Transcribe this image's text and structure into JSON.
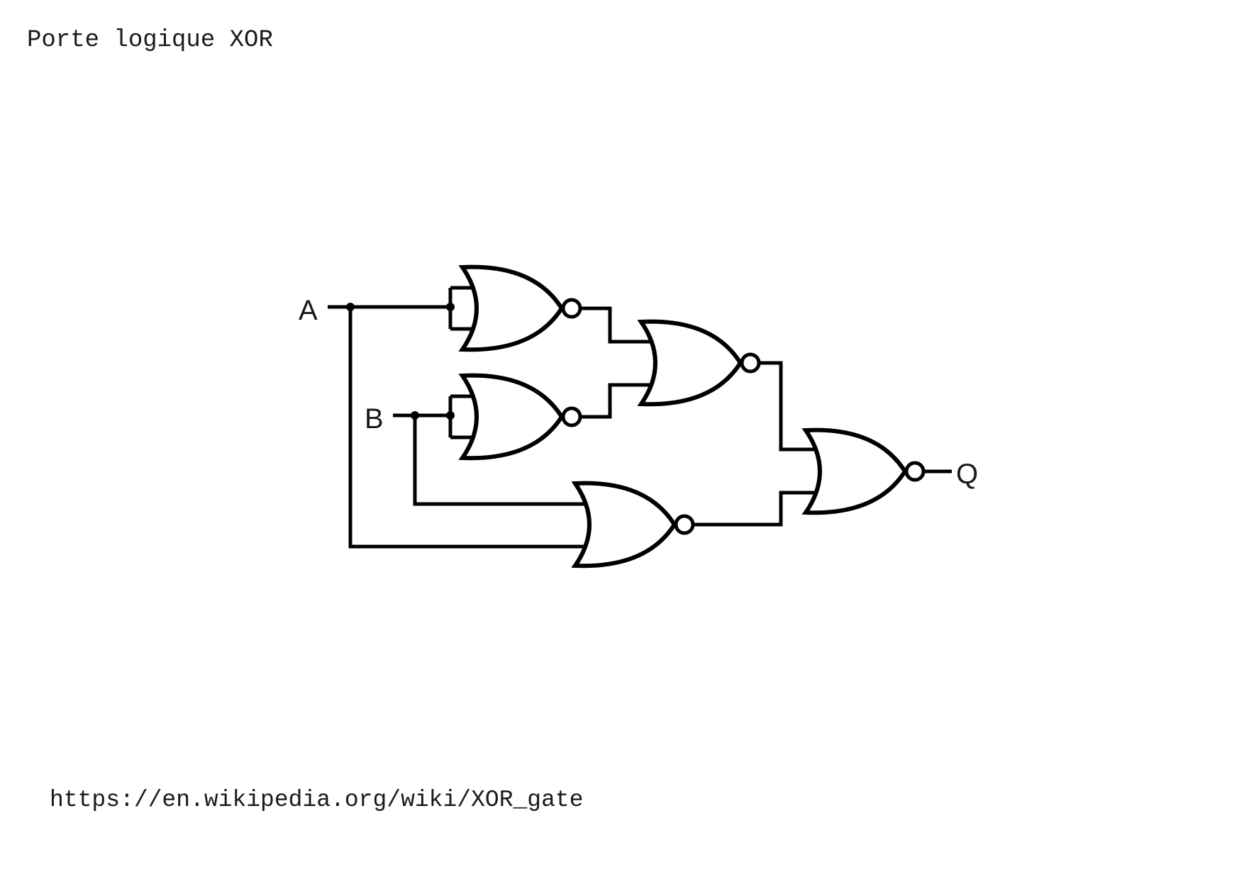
{
  "title": "Porte logique XOR",
  "source": "https://en.wikipedia.org/wiki/XOR_gate",
  "diagram": {
    "inputs": [
      "A",
      "B"
    ],
    "output": "Q",
    "gates": [
      {
        "id": "nor-1",
        "type": "NOR",
        "inputs": [
          "A",
          "A"
        ]
      },
      {
        "id": "nor-2",
        "type": "NOR",
        "inputs": [
          "B",
          "B"
        ]
      },
      {
        "id": "nor-3",
        "type": "NOR",
        "inputs": [
          "nor-1",
          "nor-2"
        ]
      },
      {
        "id": "nor-4",
        "type": "NOR",
        "inputs": [
          "B",
          "A"
        ]
      },
      {
        "id": "nor-5",
        "type": "NOR",
        "inputs": [
          "nor-3",
          "nor-4"
        ],
        "output": "Q"
      }
    ],
    "colors": {
      "stroke": "#000000",
      "background": "#ffffff"
    }
  }
}
